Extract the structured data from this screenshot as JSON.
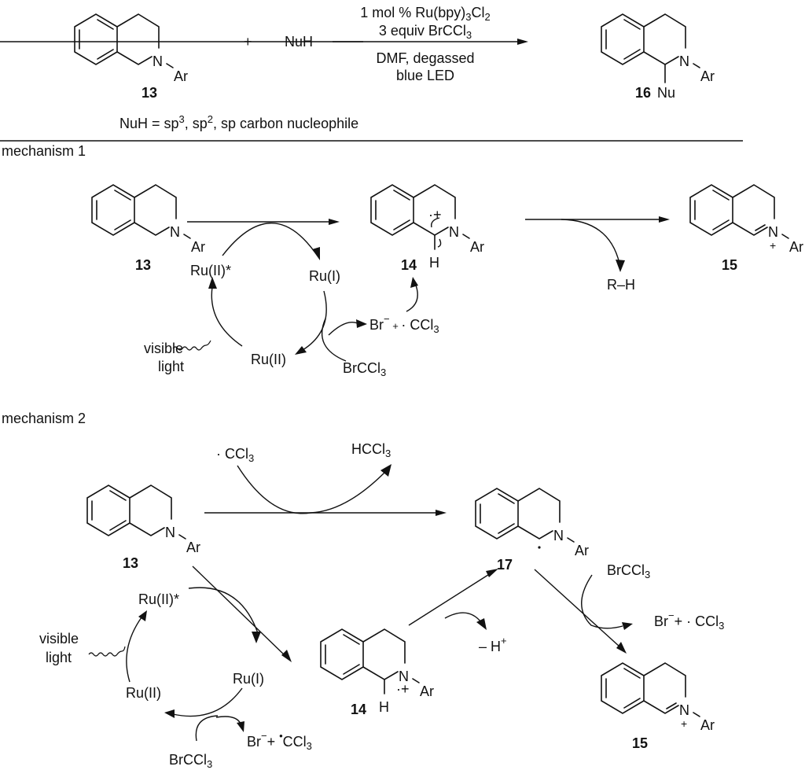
{
  "scheme_title": "Photoredox alpha-C–H functionalization of N-aryl tetrahydroisoquinolines",
  "overall_reaction": {
    "reactant_label": "13",
    "plus": "+",
    "nucleophile": "NuH",
    "conditions_above": [
      "1 mol % Ru(bpy)3Cl2",
      "3 equiv BrCCl3"
    ],
    "conditions_below": [
      "DMF, degassed",
      "blue LED"
    ],
    "product_label": "16",
    "product_substituent": "Nu",
    "nucleophile_note": "NuH = sp3, sp2, sp carbon nucleophile",
    "n_atom": "N",
    "aryl": "Ar"
  },
  "mechanism_1": {
    "title": "mechanism 1",
    "start_label": "13",
    "radical_cation_label": "14",
    "radical_cation_h": "H",
    "radical_cation_charge": "·+",
    "iminium_label": "15",
    "iminium_charge": "+",
    "byproduct": "R–H",
    "cycle": {
      "excited": "Ru(II)*",
      "reduced": "Ru(I)",
      "ground": "Ru(II)",
      "light": [
        "visible",
        "light"
      ],
      "oxidant": "BrCCl3",
      "products": "Br⁻ + ·CCl3"
    }
  },
  "mechanism_2": {
    "title": "mechanism 2",
    "start_label": "13",
    "radical_in": "·CCl3",
    "radical_out": "HCCl3",
    "alpha_radical_label": "17",
    "radical_cation_label": "14",
    "radical_cation_h": "H",
    "radical_cation_charge": "·+",
    "deprotonation": "– H+",
    "oxidant": "BrCCl3",
    "oxidant_products": "Br⁻ + · CCl3",
    "iminium_label": "15",
    "iminium_charge": "+",
    "cycle": {
      "excited": "Ru(II)*",
      "reduced": "Ru(I)",
      "ground": "Ru(II)",
      "light": [
        "visible",
        "light"
      ],
      "oxidant": "BrCCl3",
      "products": "Br⁻ + ·CCl3"
    }
  }
}
